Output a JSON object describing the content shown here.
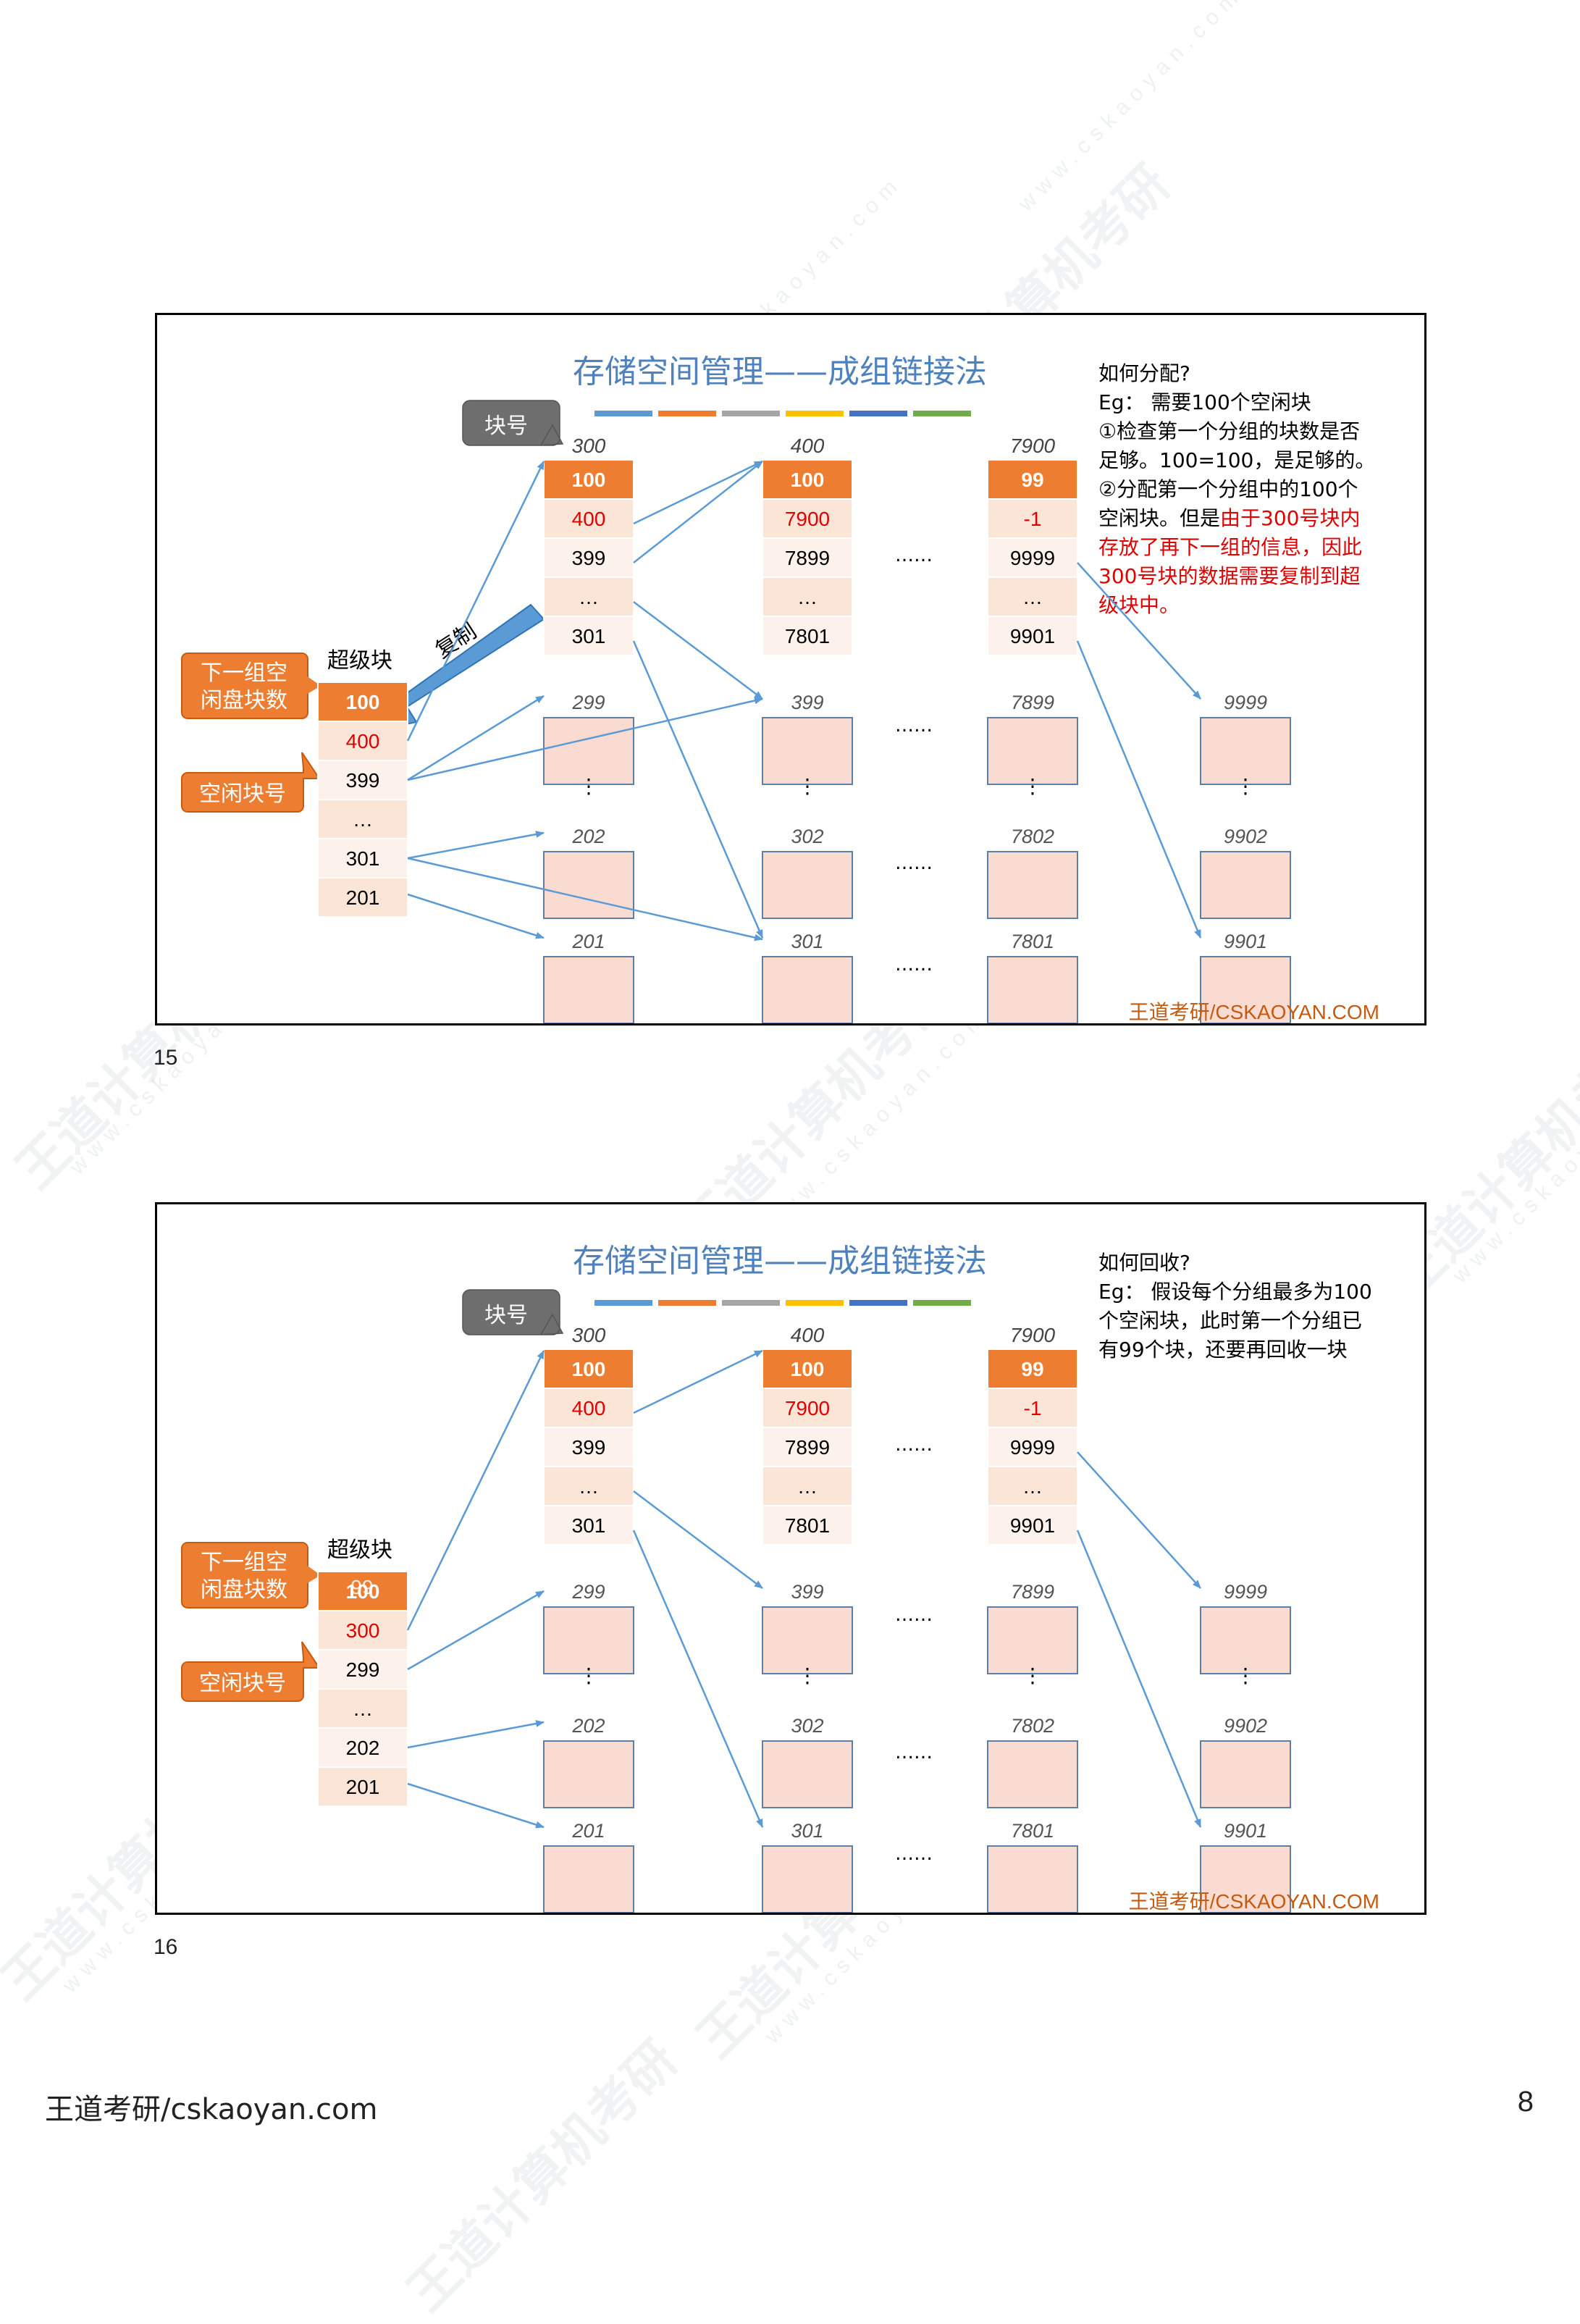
{
  "slides": [
    {
      "title": "存储空间管理——成组链接法",
      "block_no_label": "块号",
      "superblock_label": "超级块",
      "callout_next_count": [
        "下一组空",
        "闲盘块数"
      ],
      "callout_free_no": "空闲块号",
      "copy_label": "复制",
      "superblock_cells": [
        "100",
        "400",
        "399",
        "…",
        "301",
        "201"
      ],
      "block300_header": "300",
      "block300_cells": [
        "100",
        "400",
        "399",
        "…",
        "301"
      ],
      "block400_header": "400",
      "block400_cells": [
        "100",
        "7900",
        "7899",
        "…",
        "7801"
      ],
      "block7900_header": "7900",
      "block7900_cells": [
        "99",
        "-1",
        "9999",
        "…",
        "9901"
      ],
      "small_labels": [
        "299",
        "399",
        "7899",
        "9999",
        "202",
        "302",
        "7802",
        "9902",
        "201",
        "301",
        "7801",
        "9901"
      ],
      "dots": "……",
      "vdots": "⋮",
      "watermark": "王道考研/CSKAOYAN.COM",
      "text_lines": [
        {
          "text": "如何分配?",
          "red": false
        },
        {
          "text": "Eg：  需要100个空闲块",
          "red": false
        },
        {
          "text": "①检查第一个分组的块数是否",
          "red": false
        },
        {
          "text": "足够。100=100，是足够的。",
          "red": false
        },
        {
          "text": "②分配第一个分组中的100个",
          "red": false
        },
        {
          "text": "空闲块。但是",
          "red": false,
          "tail": "由于300号块内",
          "tail_red": true
        },
        {
          "text": "存放了再下一组的信息，因此",
          "red": true
        },
        {
          "text": "300号块的数据需要复制到超",
          "red": true
        },
        {
          "text": "级块中。",
          "red": true
        }
      ],
      "page_number": "15"
    },
    {
      "title": "存储空间管理——成组链接法",
      "block_no_label": "块号",
      "superblock_label": "超级块",
      "callout_next_count": [
        "下一组空",
        "闲盘块数"
      ],
      "callout_free_no": "空闲块号",
      "superblock_cells": [
        "100",
        "300",
        "299",
        "…",
        "202",
        "201"
      ],
      "superblock_overlay": "99",
      "block300_header": "300",
      "block300_cells": [
        "100",
        "400",
        "399",
        "…",
        "301"
      ],
      "block400_header": "400",
      "block400_cells": [
        "100",
        "7900",
        "7899",
        "…",
        "7801"
      ],
      "block7900_header": "7900",
      "block7900_cells": [
        "99",
        "-1",
        "9999",
        "…",
        "9901"
      ],
      "small_labels": [
        "299",
        "399",
        "7899",
        "9999",
        "202",
        "302",
        "7802",
        "9902",
        "201",
        "301",
        "7801",
        "9901"
      ],
      "dots": "……",
      "vdots": "⋮",
      "watermark": "王道考研/CSKAOYAN.COM",
      "text_lines": [
        {
          "text": "如何回收?",
          "red": false
        },
        {
          "text": "Eg：  假设每个分组最多为100",
          "red": false
        },
        {
          "text": "个空闲块，此时第一个分组已",
          "red": false
        },
        {
          "text": "有99个块，还要再回收一块",
          "red": false
        }
      ],
      "page_number": "16"
    }
  ],
  "footer": {
    "left": "王道考研/cskaoyan.com",
    "right": "8"
  },
  "bg_watermark": {
    "brand": "王道计算机考研",
    "url": "www.cskaoyan.com"
  },
  "colors": {
    "orange": "#ED7D31",
    "pink": "#FADBD2",
    "cell_light": "#FBE5D6",
    "blue": "#5B9BD5",
    "title": "#4F81BD",
    "red": "#E00000",
    "gray": "#7F7F7F",
    "brand": "#C55A11"
  }
}
